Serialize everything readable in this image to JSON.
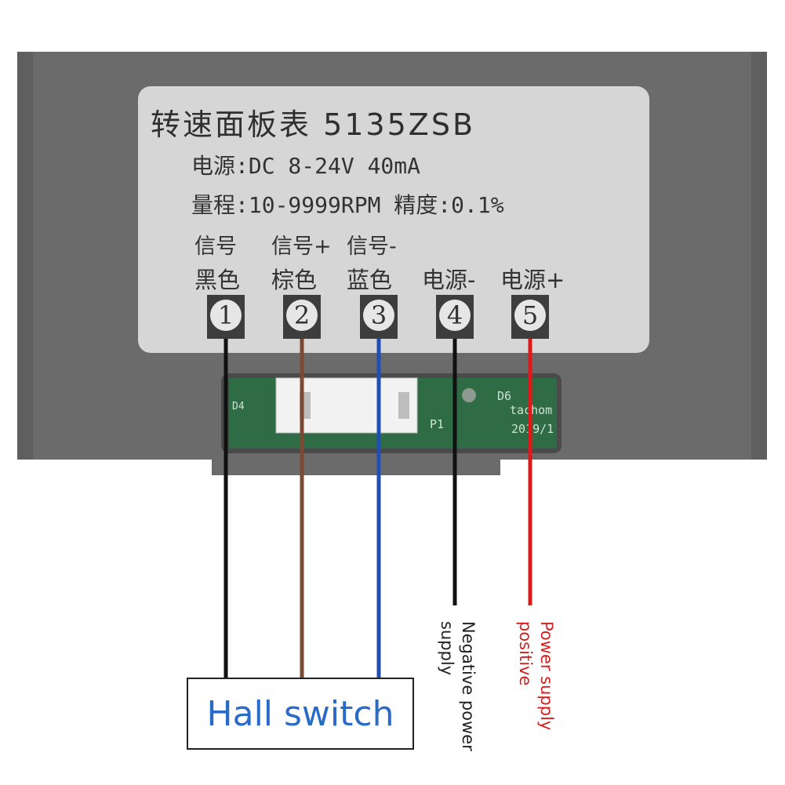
{
  "panel": {
    "title": "转速面板表 5135ZSB",
    "power_spec": "电源:DC 8-24V 40mA",
    "range_spec": "量程:10-9999RPM 精度:0.1%"
  },
  "terminals": [
    {
      "number": "1",
      "signal": "信号",
      "color": "黑色",
      "wire": "#111111"
    },
    {
      "number": "2",
      "signal": "信号+",
      "color": "棕色",
      "wire": "#7a4a32"
    },
    {
      "number": "3",
      "signal": "信号-",
      "color": "蓝色",
      "wire": "#1f4fb5"
    },
    {
      "number": "4",
      "signal": "",
      "color": "电源-",
      "wire": "#111111"
    },
    {
      "number": "5",
      "signal": "",
      "color": "电源+",
      "wire": "#e01818"
    }
  ],
  "board": {
    "silk_d6": "D6",
    "silk_brand": "tachom",
    "silk_date": "2019/1",
    "silk_p1": "P1",
    "silk_d4": "D4"
  },
  "hall_switch_label": "Hall switch",
  "negative_label": [
    "Negative power",
    "supply"
  ],
  "positive_label": [
    "Power supply",
    "positive"
  ],
  "colors": {
    "housing": "#6b6b6b",
    "sticker": "#d6d6d6",
    "pcb": "#2f6b45",
    "hall_text": "#2a6bc7",
    "positive_text": "#d42020"
  }
}
